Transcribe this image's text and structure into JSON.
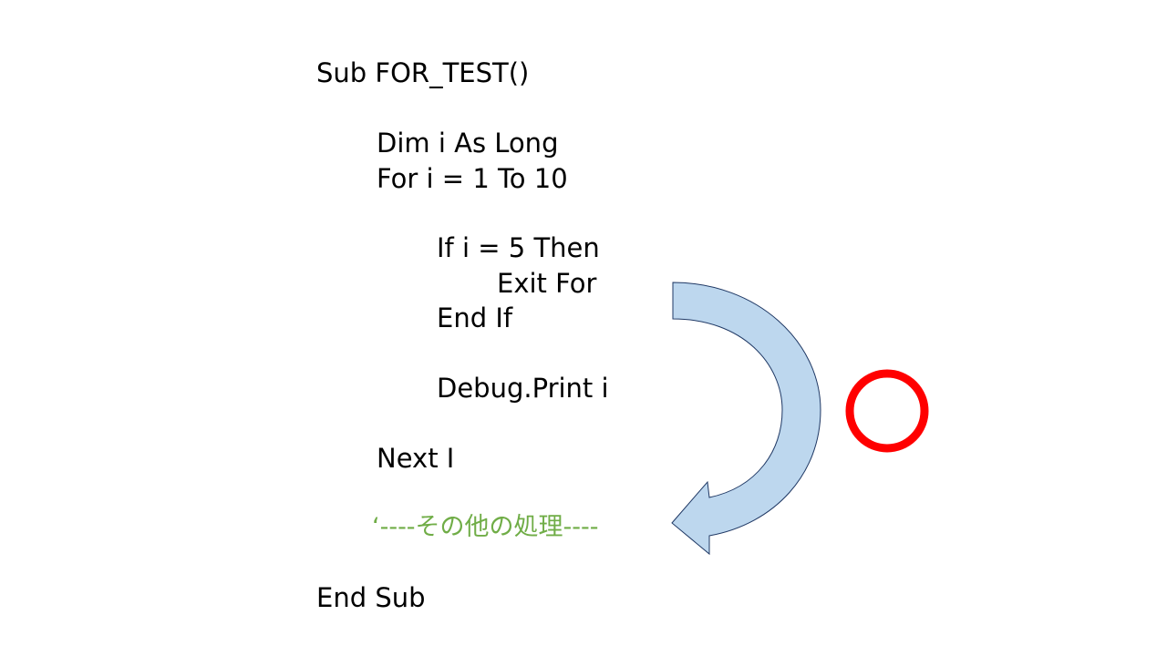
{
  "code": {
    "sub_start": "Sub FOR_TEST()",
    "dim_line": "Dim i As Long",
    "for_line": "For i = 1 To 10",
    "if_line": "If i = 5 Then",
    "exit_line": "Exit For",
    "end_if_line": "End If",
    "debug_line": "Debug.Print i",
    "next_line": "Next I",
    "comment_line": "‘----その他の処理----",
    "sub_end": "End Sub"
  },
  "colors": {
    "comment": "#70ad47",
    "arrow_fill": "#bdd7ee",
    "arrow_stroke": "#1f3864",
    "mark": "#ff0000"
  },
  "icons": {
    "flow_arrow": "curved-arrow-icon",
    "correct_mark": "circle-mark-icon"
  }
}
